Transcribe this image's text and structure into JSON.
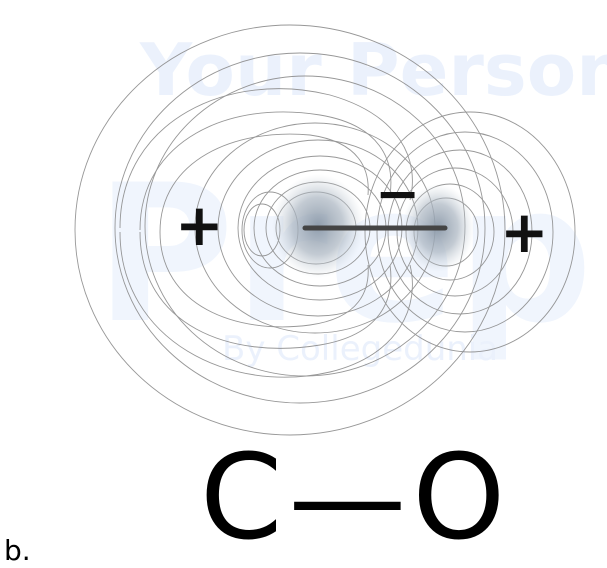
{
  "watermark": {
    "line1": "Your Personal",
    "line2": "Prep",
    "line3": "By Collegedunia"
  },
  "charges": {
    "left": "+",
    "center": "−",
    "right": "+"
  },
  "formula": {
    "atom_left": "C",
    "bond": "—",
    "atom_right": "O"
  },
  "panel_label": "b."
}
